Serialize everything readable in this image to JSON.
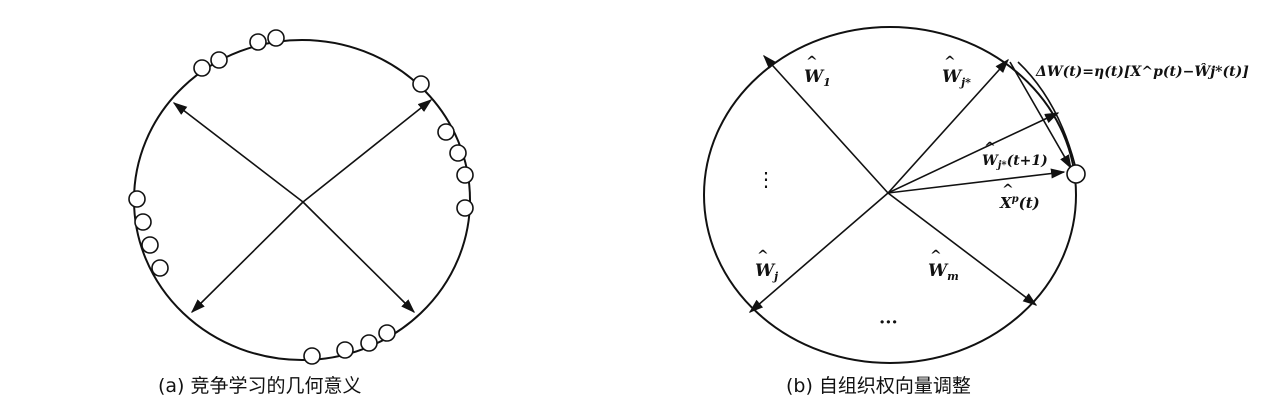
{
  "diagram_a": {
    "caption": "(a) 竞争学习的几何意义"
  },
  "diagram_b": {
    "caption": "(b) 自组织权向量调整",
    "labels": {
      "w1": "W",
      "w1_sub": "1",
      "wj_star": "W",
      "wj_star_sub": "j*",
      "wj": "W",
      "wj_sub": "j",
      "wm": "W",
      "wm_sub": "m",
      "wj_next": "W",
      "wj_next_sub": "j*",
      "wj_next_arg": "(t+1)",
      "xp": "X",
      "xp_sup": "p",
      "xp_arg": "(t)",
      "formula": "ΔW(t)=η(t)[X^p(t)−Ŵj*(t)]",
      "dots_left": "⋮",
      "dots_bottom": "···"
    }
  }
}
